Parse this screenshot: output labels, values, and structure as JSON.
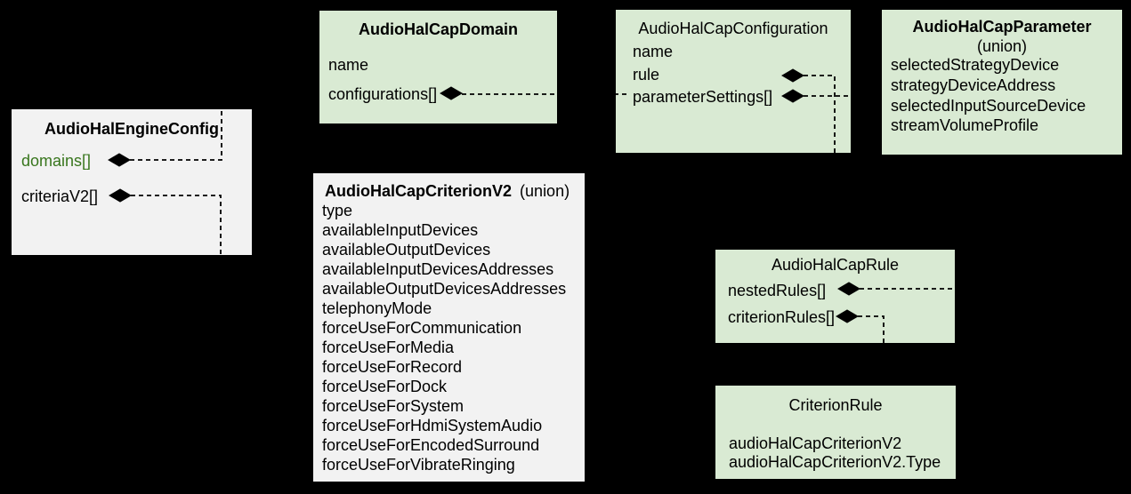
{
  "colors": {
    "background": "#000000",
    "green_box": "#d9ead3",
    "gray_box": "#f2f2f2",
    "line": "#000000",
    "text": "#000000",
    "domains_text": "#38761d"
  },
  "icons": {
    "aggregation": "filled-diamond"
  },
  "boxes": {
    "engine": {
      "title": "AudioHalEngineConfig",
      "fields": {
        "domains": "domains[]",
        "criteriaV2": "criteriaV2[]"
      }
    },
    "domain": {
      "title": "AudioHalCapDomain",
      "fields": {
        "name": "name",
        "configurations": "configurations[]"
      }
    },
    "configuration": {
      "title": "AudioHalCapConfiguration",
      "fields": {
        "name": "name",
        "rule": "rule",
        "parameterSettings": "parameterSettings[]"
      }
    },
    "parameter": {
      "title": "AudioHalCapParameter",
      "subtitle": "(union)",
      "fields": [
        "selectedStrategyDevice",
        "strategyDeviceAddress",
        "selectedInputSourceDevice",
        "streamVolumeProfile"
      ]
    },
    "criterionv2": {
      "title": "AudioHalCapCriterionV2",
      "subtitle": "(union)",
      "fields": [
        "type",
        "availableInputDevices",
        "availableOutputDevices",
        "availableInputDevicesAddresses",
        "availableOutputDevicesAddresses",
        "telephonyMode",
        "forceUseForCommunication",
        "forceUseForMedia",
        "forceUseForRecord",
        "forceUseForDock",
        "forceUseForSystem",
        "forceUseForHdmiSystemAudio",
        "forceUseForEncodedSurround",
        "forceUseForVibrateRinging"
      ]
    },
    "rule": {
      "title": "AudioHalCapRule",
      "fields": {
        "nestedRules": "nestedRules[]",
        "criterionRules": "criterionRules[]"
      }
    },
    "criterionrule": {
      "title": "CriterionRule",
      "fields": {
        "criterionV2": "audioHalCapCriterionV2",
        "criterionV2Type": "audioHalCapCriterionV2.Type"
      }
    }
  }
}
